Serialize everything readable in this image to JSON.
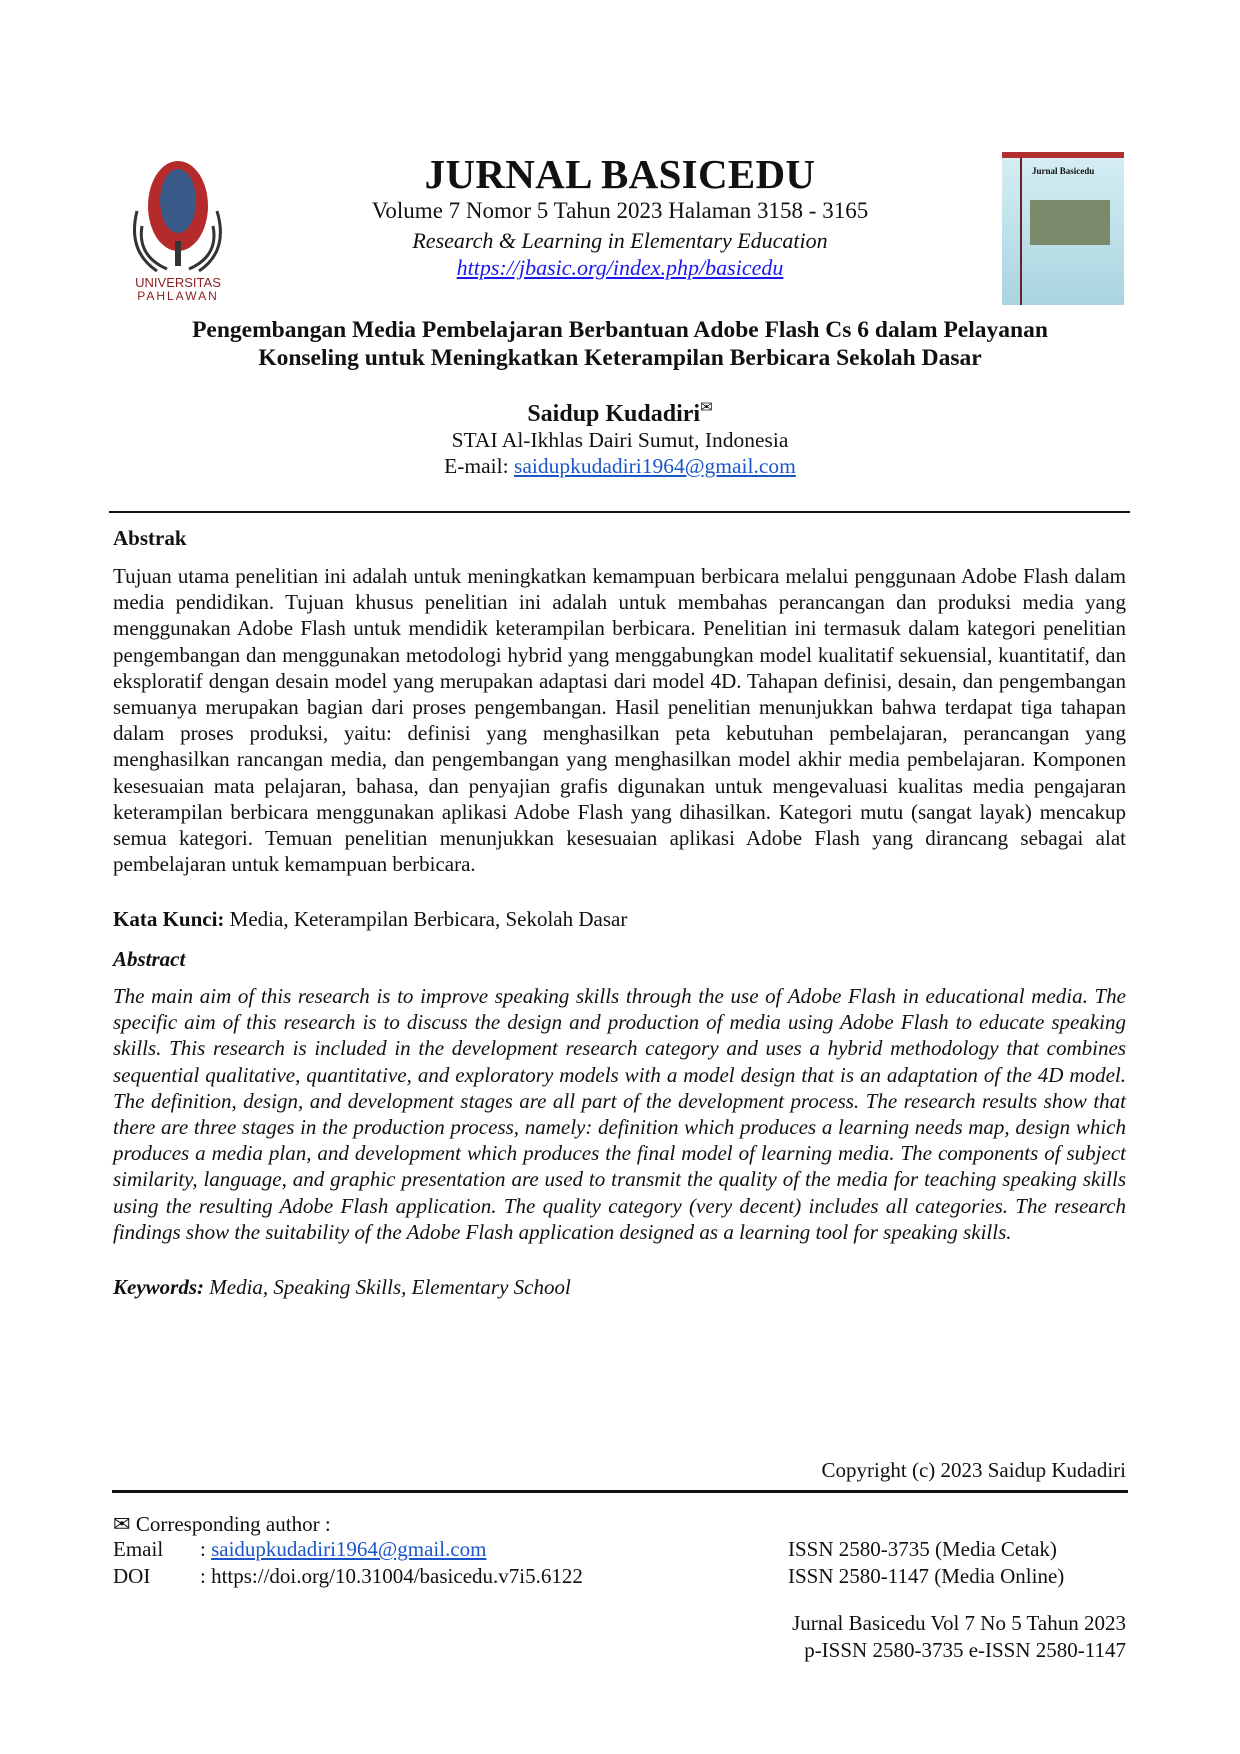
{
  "header": {
    "journal_title": "JURNAL BASICEDU",
    "volume_line": "Volume 7 Nomor 5 Tahun 2023 Halaman 3158 - 3165",
    "subtitle": "Research & Learning in Elementary Education",
    "url": "https://jbasic.org/index.php/basicedu",
    "logo_text": "UNIVERSITAS PAHLAWAN",
    "cover_text": "Jurnal Basicedu"
  },
  "article": {
    "title_line1": "Pengembangan Media Pembelajaran Berbantuan Adobe Flash Cs 6 dalam Pelayanan",
    "title_line2": "Konseling untuk Meningkatkan Keterampilan Berbicara Sekolah Dasar",
    "author": "Saidup Kudadiri",
    "author_mark": "✉",
    "affiliation": "STAI Al-Ikhlas Dairi Sumut, Indonesia",
    "email_label": "E-mail: ",
    "email": "saidupkudadiri1964@gmail.com"
  },
  "abstrak": {
    "heading": "Abstrak",
    "text": "Tujuan utama penelitian ini adalah untuk meningkatkan kemampuan berbicara melalui penggunaan Adobe Flash dalam media pendidikan. Tujuan khusus penelitian ini adalah untuk membahas perancangan dan produksi media yang menggunakan Adobe Flash untuk mendidik keterampilan berbicara. Penelitian ini termasuk dalam kategori penelitian pengembangan dan menggunakan metodologi hybrid yang menggabungkan model kualitatif sekuensial, kuantitatif, dan eksploratif dengan desain model yang merupakan adaptasi dari model 4D. Tahapan definisi, desain, dan pengembangan semuanya merupakan bagian dari proses pengembangan. Hasil penelitian menunjukkan bahwa terdapat tiga tahapan dalam proses produksi, yaitu: definisi yang menghasilkan peta kebutuhan pembelajaran, perancangan yang menghasilkan rancangan media, dan pengembangan yang menghasilkan model akhir media pembelajaran. Komponen kesesuaian mata pelajaran, bahasa, dan penyajian grafis digunakan untuk mengevaluasi kualitas media pengajaran keterampilan berbicara menggunakan aplikasi Adobe Flash yang dihasilkan. Kategori mutu (sangat layak) mencakup semua kategori. Temuan penelitian menunjukkan kesesuaian aplikasi Adobe Flash yang dirancang sebagai alat pembelajaran untuk kemampuan berbicara.",
    "keywords_label": "Kata Kunci:",
    "keywords": " Media, Keterampilan Berbicara, Sekolah Dasar"
  },
  "abstract": {
    "heading": "Abstract",
    "text": "The main aim of this research is to improve speaking skills through the use of Adobe Flash in educational media. The specific aim of this research is to discuss the design and production of media using Adobe Flash to educate speaking skills. This research is included in the development research category and uses a hybrid methodology that combines sequential qualitative, quantitative, and exploratory models with a model design that is an adaptation of the 4D model. The definition, design, and development stages are all part of the development process. The research results show that there are three stages in the production process, namely: definition which produces a learning needs map, design which produces a media plan, and development which produces the final model of learning media. The components of subject similarity, language, and graphic presentation are used to transmit the quality of the media for teaching speaking skills using the resulting Adobe Flash application. The quality category (very decent) includes all categories. The research findings show the suitability of the Adobe Flash application designed as a learning tool for speaking skills.",
    "keywords_label": "Keywords:",
    "keywords": " Media, Speaking Skills, Elementary School"
  },
  "footer": {
    "copyright": "Copyright (c) 2023 Saidup Kudadiri",
    "corresponding": "Corresponding author :",
    "email_label": "Email",
    "email_sep": ": ",
    "email": "saidupkudadiri1964@gmail.com",
    "doi_label": "DOI",
    "doi": ": https://doi.org/10.31004/basicedu.v7i5.6122",
    "issn_print": "ISSN 2580-3735 (Media Cetak)",
    "issn_online": "ISSN 2580-1147 (Media Online)",
    "running1": "Jurnal Basicedu Vol 7 No 5 Tahun 2023",
    "running2": "p-ISSN 2580-3735 e-ISSN 2580-1147"
  }
}
